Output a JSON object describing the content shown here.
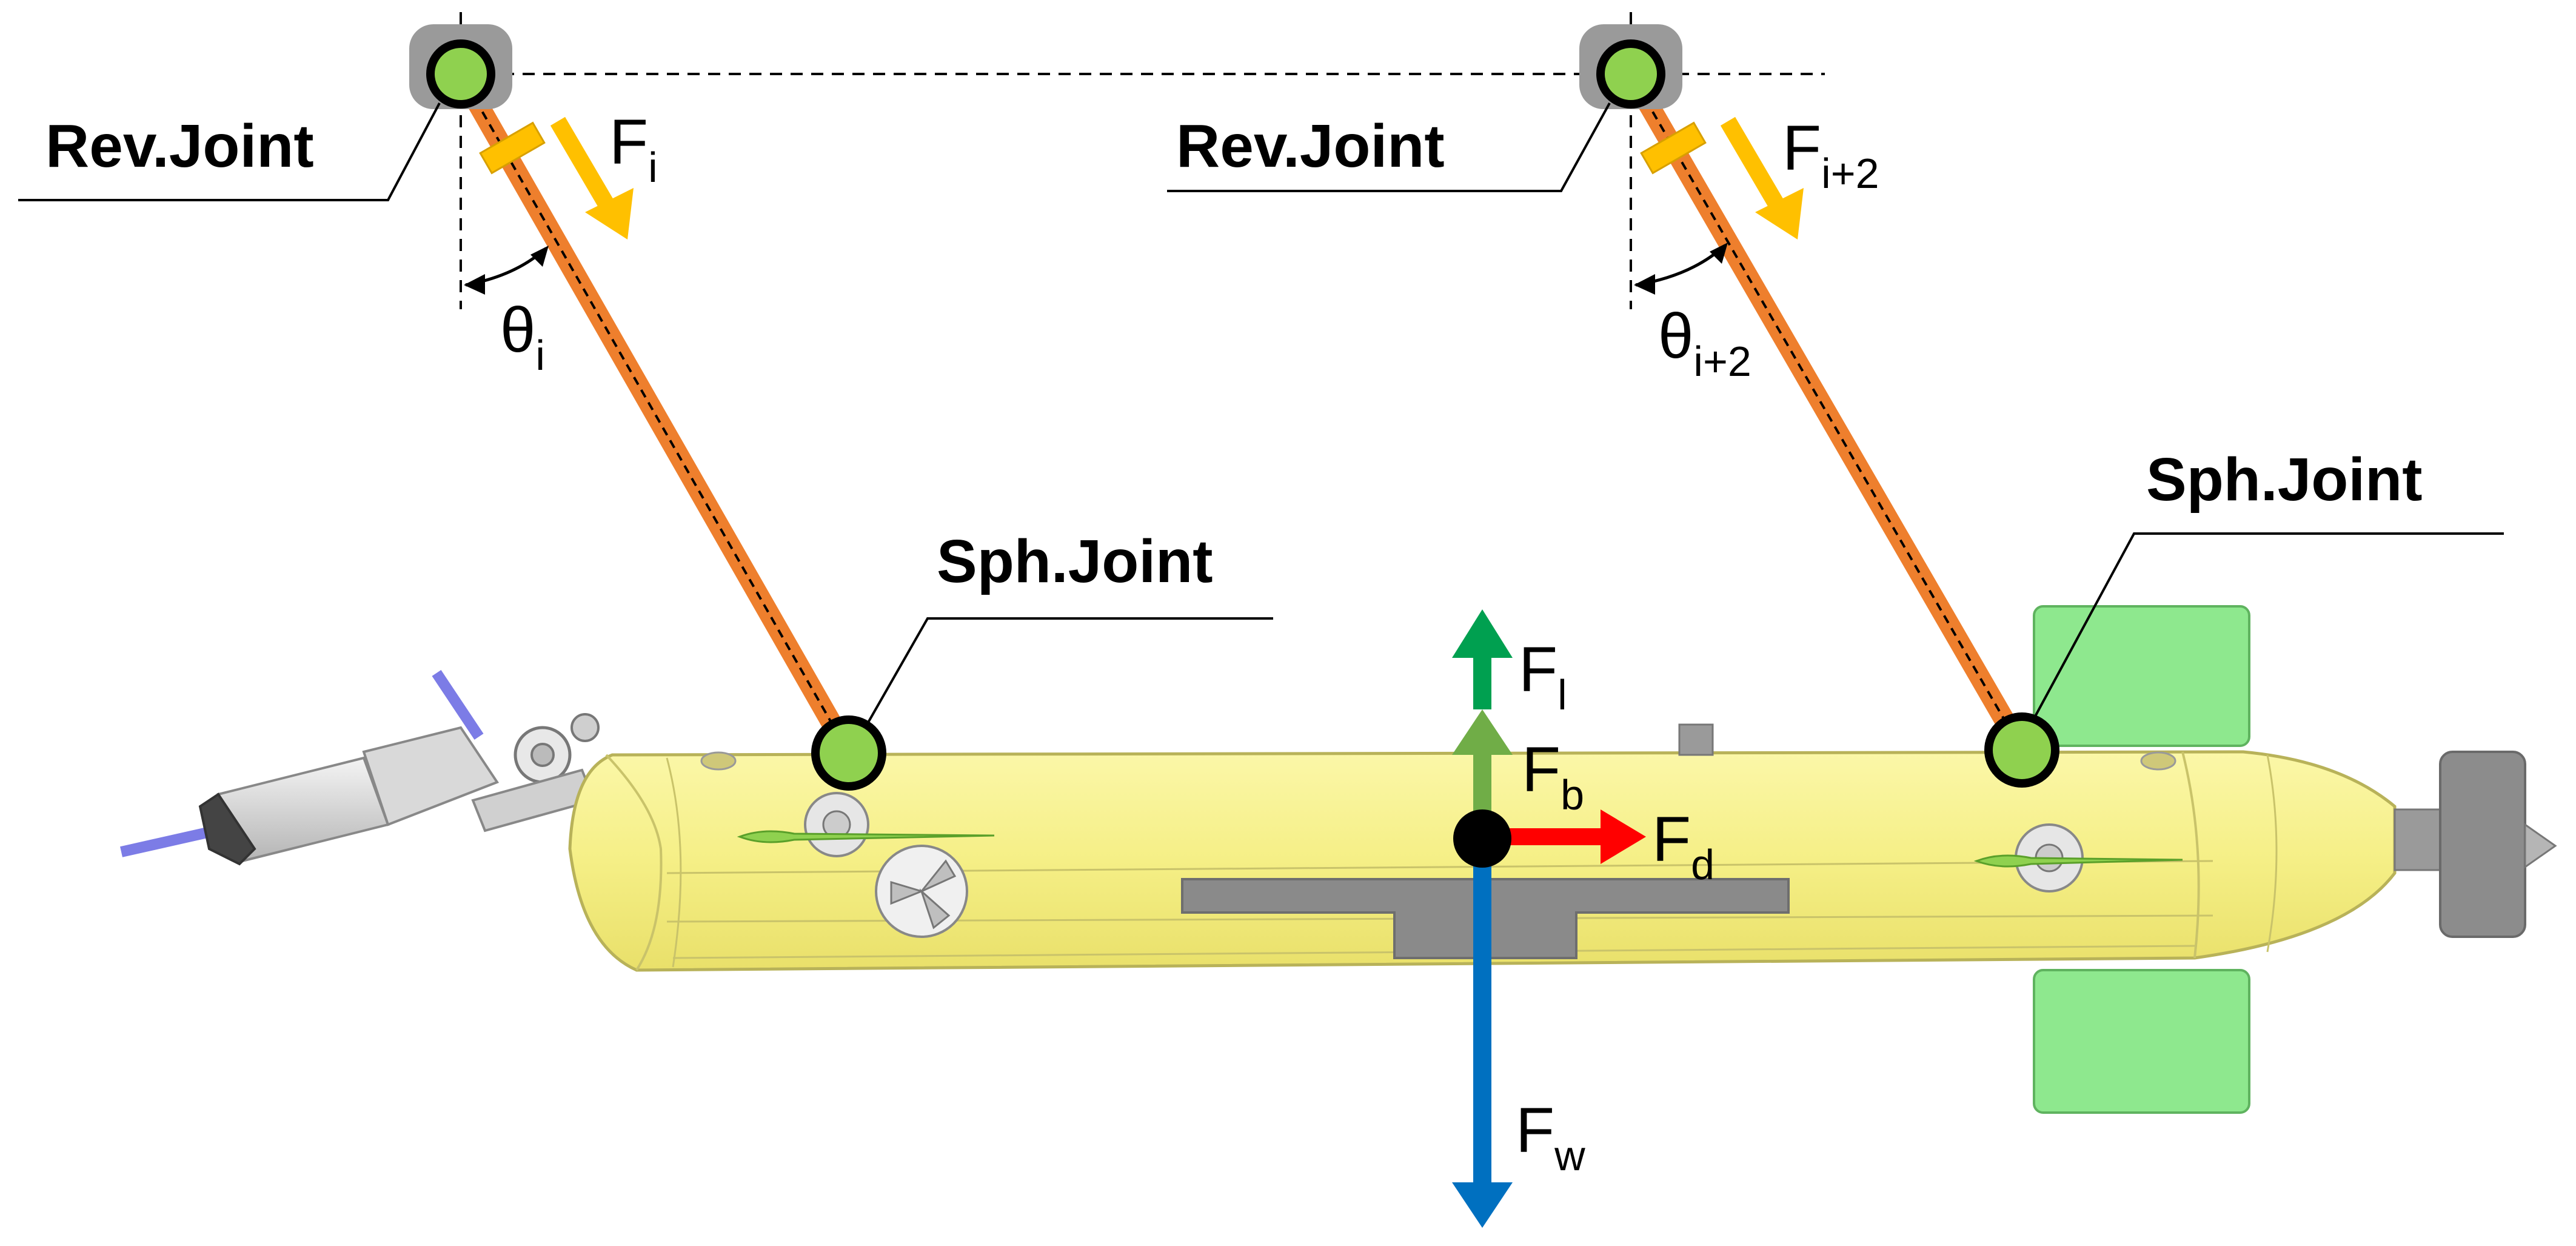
{
  "labels": {
    "rev_joint_left": "Rev.Joint",
    "rev_joint_right": "Rev.Joint",
    "sph_joint_left": "Sph.Joint",
    "sph_joint_right": "Sph.Joint"
  },
  "forces": {
    "tension_i": {
      "base": "F",
      "sub": "i"
    },
    "tension_i2": {
      "base": "F",
      "sub": "i+2"
    },
    "lift": {
      "base": "F",
      "sub": "l"
    },
    "buoyancy": {
      "base": "F",
      "sub": "b"
    },
    "drag": {
      "base": "F",
      "sub": "d"
    },
    "weight": {
      "base": "F",
      "sub": "w"
    }
  },
  "angles": {
    "theta_i": {
      "base": "θ",
      "sub": "i"
    },
    "theta_i2": {
      "base": "θ",
      "sub": "i+2"
    }
  },
  "colors": {
    "cable": "#ee7f2d",
    "joint_fill": "#8fd14f",
    "tension_arrow": "#ffc000",
    "lift_arrow": "#00a050",
    "buoyancy_arrow": "#70ad47",
    "drag_arrow": "#ff0000",
    "weight_arrow": "#0070c0",
    "hull": "#f5f08a",
    "fins": "#8ee88e"
  }
}
